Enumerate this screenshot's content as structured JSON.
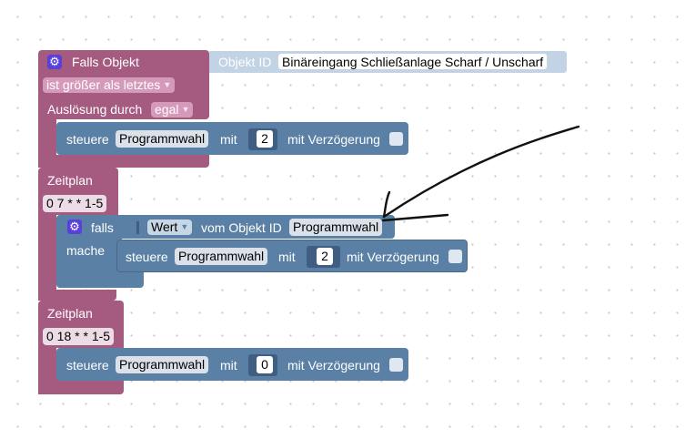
{
  "trigger": {
    "title": "Falls Objekt",
    "condition": "ist größer als letztes",
    "source_label": "Auslösung durch",
    "source_value": "egal",
    "object_id_label": "Objekt ID",
    "object_id_value": "Binäreingang Schließanlage Scharf / Unscharf",
    "action": {
      "prefix": "steuere",
      "target": "Programmwahl",
      "mit": "mit",
      "value": "2",
      "delay_label": "mit Verzögerung"
    }
  },
  "schedule1": {
    "title": "Zeitplan",
    "cron": "0 7 * * 1-5",
    "if_block": {
      "falls": "falls",
      "value_dropdown": "Wert",
      "from_label": "vom Objekt ID",
      "object": "Programmwahl",
      "do_label": "mache",
      "action": {
        "prefix": "steuere",
        "target": "Programmwahl",
        "mit": "mit",
        "value": "2",
        "delay_label": "mit Verzögerung"
      }
    }
  },
  "schedule2": {
    "title": "Zeitplan",
    "cron": "0 18 * * 1-5",
    "action": {
      "prefix": "steuere",
      "target": "Programmwahl",
      "mit": "mit",
      "value": "0",
      "delay_label": "mit Verzögerung"
    }
  },
  "icons": {
    "gear": "gear-icon",
    "dropdown": "triangle-down-icon"
  },
  "colors": {
    "event_block": "#a55b80",
    "action_block": "#5b80a5",
    "gear": "#5940d9"
  }
}
